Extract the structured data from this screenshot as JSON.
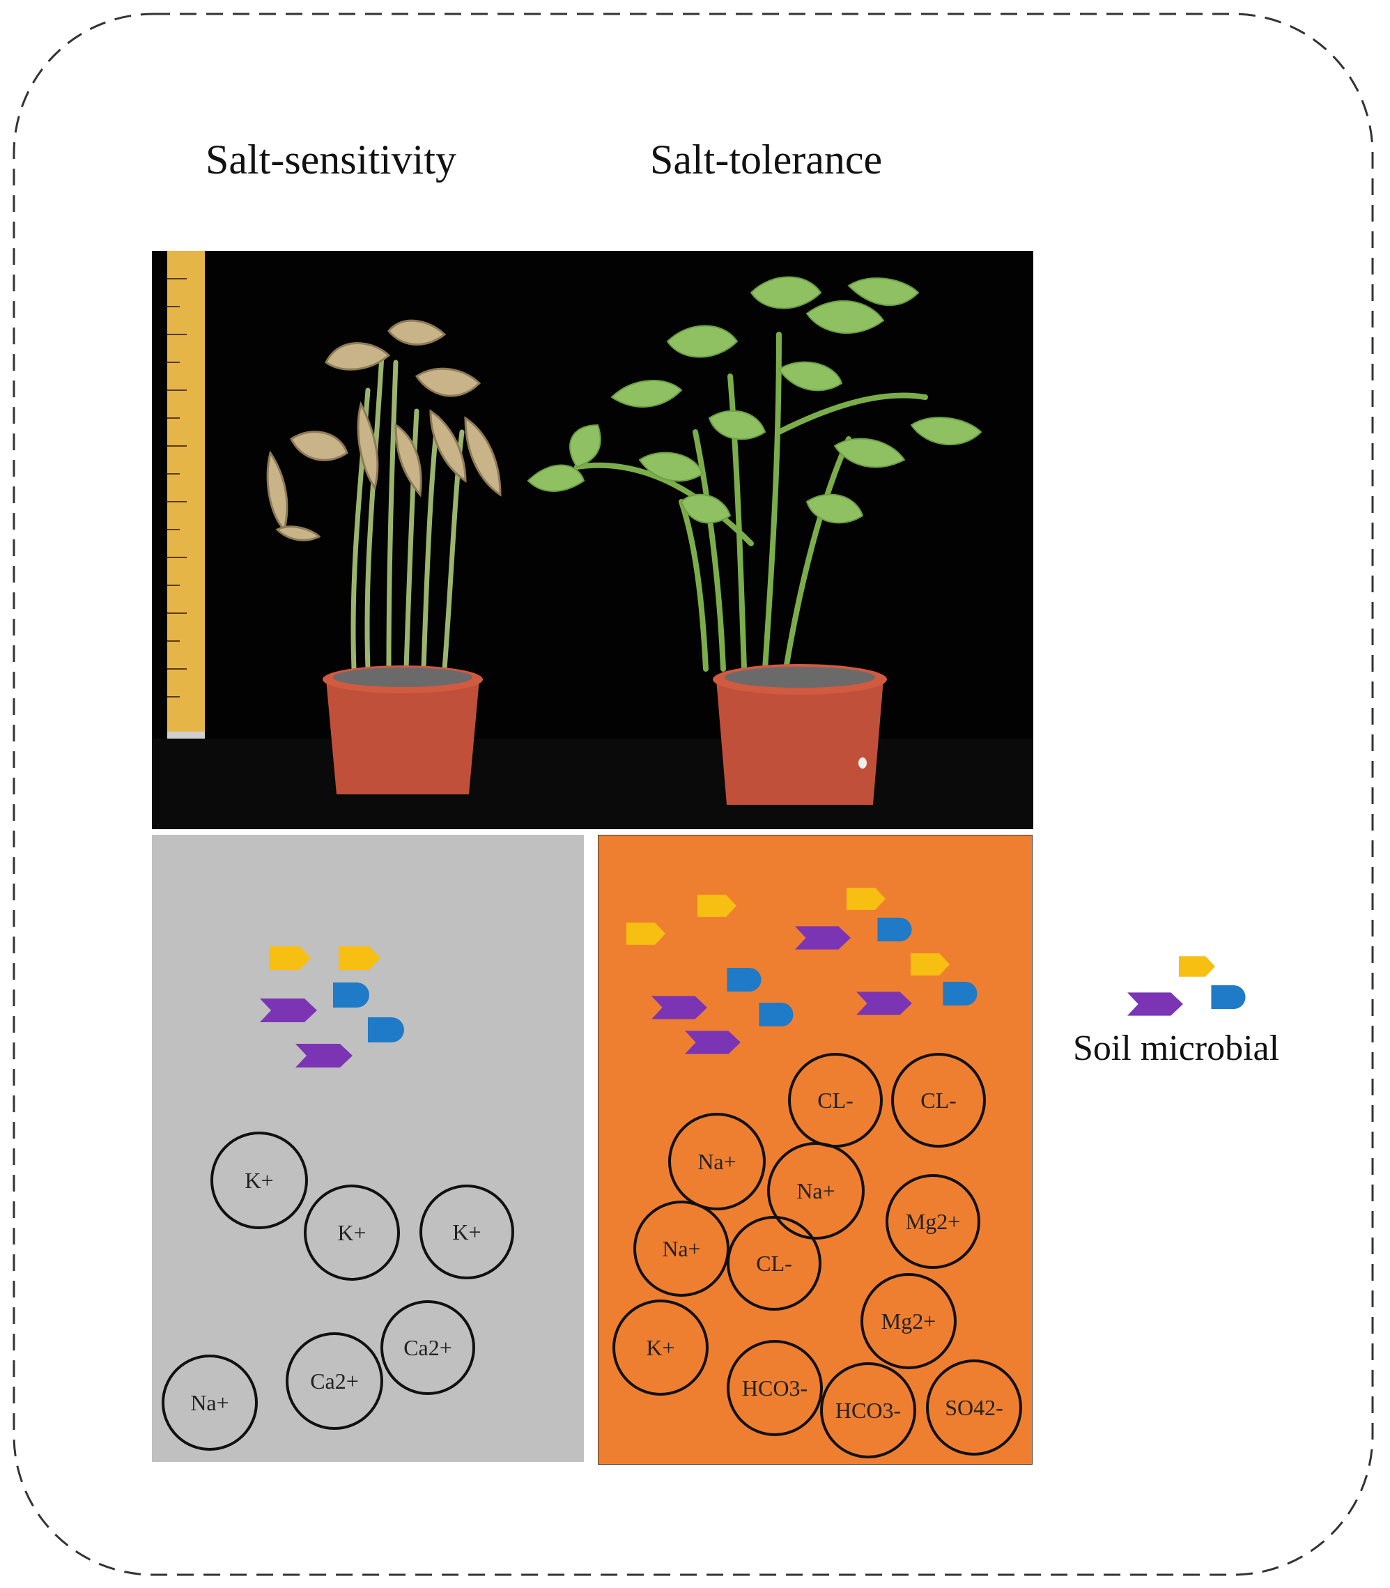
{
  "titles": {
    "left": "Salt-sensitivity",
    "right": "Salt-tolerance"
  },
  "legend": {
    "label": "Soil microbial"
  },
  "colors": {
    "panel_sensitive": "#c0c0c0",
    "panel_tolerant": "#ef7f30",
    "microbe_yellow": "#f8bf13",
    "microbe_blue": "#1f7ac7",
    "microbe_purple": "#7b35b4"
  },
  "panels": {
    "sensitive": {
      "ions": [
        "K+",
        "K+",
        "K+",
        "Ca2+",
        "Ca2+",
        "Na+"
      ]
    },
    "tolerant": {
      "ions": [
        "CL-",
        "CL-",
        "Na+",
        "Na+",
        "Mg2+",
        "Na+",
        "CL-",
        "Mg2+",
        "K+",
        "HCO3-",
        "HCO3-",
        "SO42-"
      ]
    }
  }
}
